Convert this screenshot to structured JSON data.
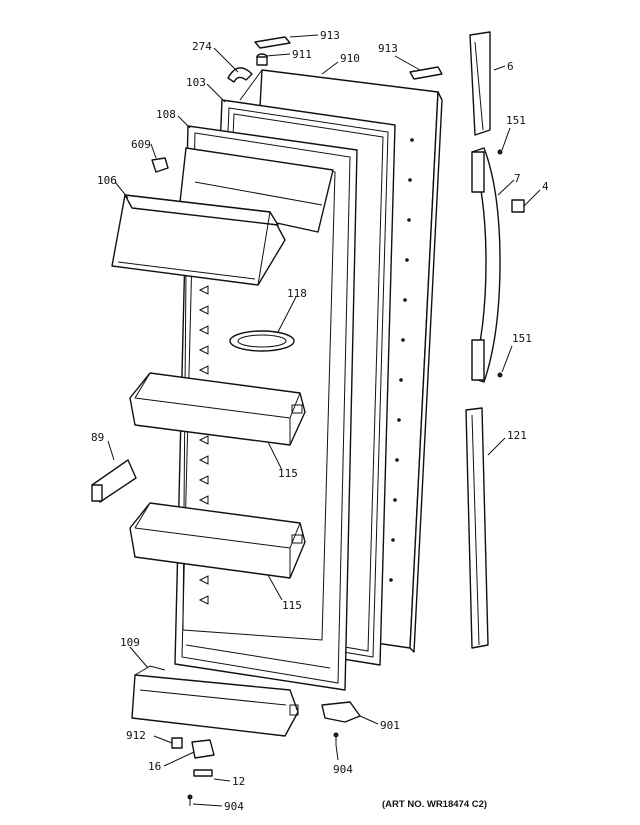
{
  "callouts": {
    "p913a": "913",
    "p911": "911",
    "p274": "274",
    "p910": "910",
    "p913b": "913",
    "p103": "103",
    "p108": "108",
    "p609": "609",
    "p106": "106",
    "p118": "118",
    "p89": "89",
    "p115a": "115",
    "p115b": "115",
    "p109": "109",
    "p912": "912",
    "p16": "16",
    "p12": "12",
    "p904a": "904",
    "p904b": "904",
    "p901": "901",
    "p6": "6",
    "p151a": "151",
    "p7": "7",
    "p4": "4",
    "p151b": "151",
    "p121": "121"
  },
  "art_number": "(ART NO. WR18474 C2)"
}
